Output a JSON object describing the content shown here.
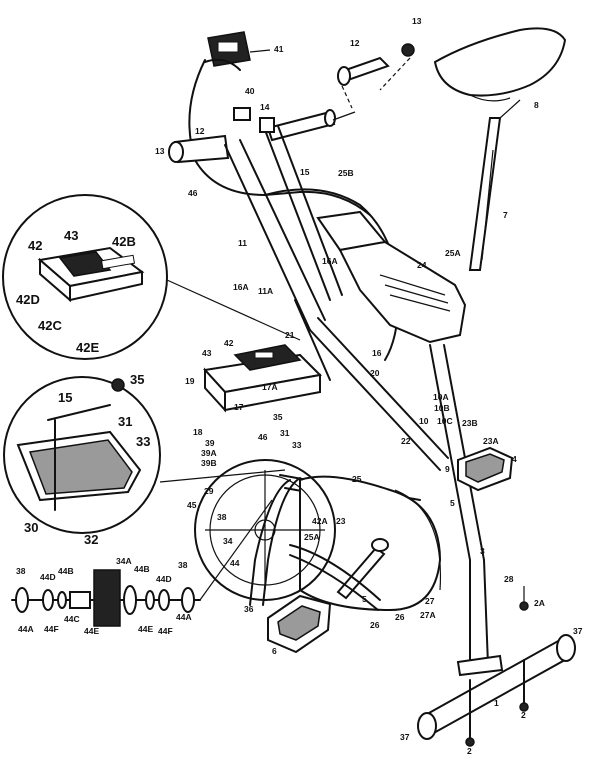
{
  "part_labels": {
    "l13a": "13",
    "l12a": "12",
    "l41": "41",
    "l8": "8",
    "l40": "40",
    "l14": "14",
    "l12b": "12",
    "l13b": "13",
    "l46a": "46",
    "l15a": "15",
    "l25B": "25B",
    "l7": "7",
    "l11": "11",
    "l16A_a": "16A",
    "l24": "24",
    "l25A": "25A",
    "l16A_b": "16A",
    "l11A": "11A",
    "l21": "21",
    "l16": "16",
    "l43a": "43",
    "l42a": "42",
    "l19": "19",
    "l17A": "17A",
    "l20": "20",
    "l17": "17",
    "l18": "18",
    "l35a": "35",
    "l39": "39",
    "l39A": "39A",
    "l39B": "39B",
    "l46b": "46",
    "l31a": "31",
    "l33a": "33",
    "l29": "29",
    "l45": "45",
    "l38a": "38",
    "l34a": "34",
    "l44": "44",
    "l36": "36",
    "l25A2": "25A",
    "l42A": "42A",
    "l22": "22",
    "l25": "25",
    "l23": "23",
    "l10A": "10A",
    "l10B": "10B",
    "l10": "10",
    "l10C": "10C",
    "l23B": "23B",
    "l23A": "23A",
    "l4": "4",
    "l9": "9",
    "l5a": "5",
    "l3": "3",
    "l5b": "5",
    "l26a": "26",
    "l27": "27",
    "l27A": "27A",
    "l26b": "26",
    "l6": "6",
    "l28": "28",
    "l2A": "2A",
    "l37a": "37",
    "l1": "1",
    "l2a": "2",
    "l2b": "2",
    "l37b": "37",
    "d43": "43",
    "d42": "42",
    "d42B": "42B",
    "d42D": "42D",
    "d42C": "42C",
    "d42E": "42E",
    "d35": "35",
    "d15": "15",
    "d31": "31",
    "d33": "33",
    "d30": "30",
    "d32": "32",
    "a38": "38",
    "a44D": "44D",
    "a44B": "44B",
    "a44C": "44C",
    "a34A": "34A",
    "a44B2": "44B",
    "a44D2": "44D",
    "a38b": "38",
    "a44A": "44A",
    "a44F": "44F",
    "a44E": "44E",
    "a44E2": "44E",
    "a44A2": "44A",
    "a44F2": "44F"
  }
}
